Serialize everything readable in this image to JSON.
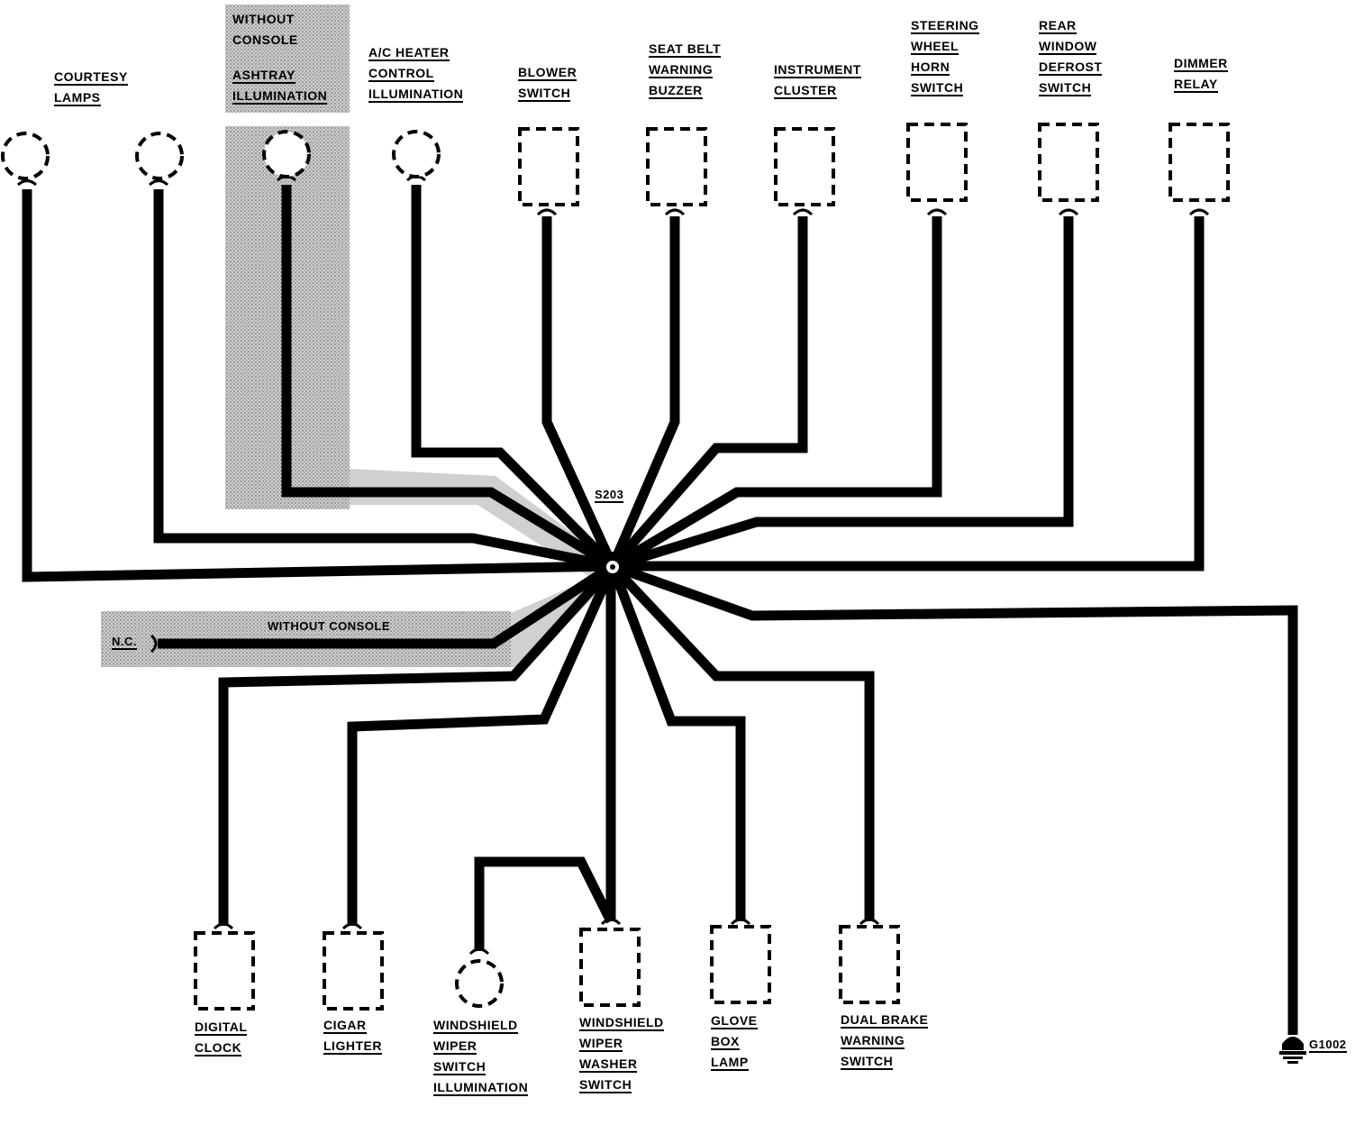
{
  "splice": "S203",
  "ground": "G1002",
  "no_connection": "N.C.",
  "without_console_note": "WITHOUT  CONSOLE",
  "top_components": [
    {
      "id": "courtesy-lamps-1",
      "shape": "circle",
      "lines": [
        "COURTESY",
        "LAMPS"
      ]
    },
    {
      "id": "courtesy-lamps-2",
      "shape": "circle",
      "lines": []
    },
    {
      "id": "ashtray-illumination",
      "shape": "circle",
      "lines": [
        "ASHTRAY",
        "ILLUMINATION"
      ],
      "shaded_note": [
        "WITHOUT",
        "CONSOLE"
      ]
    },
    {
      "id": "ac-heater-control-illumination",
      "shape": "circle",
      "lines": [
        "A/C HEATER",
        "CONTROL",
        "ILLUMINATION"
      ]
    },
    {
      "id": "blower-switch",
      "shape": "box",
      "lines": [
        "BLOWER",
        "SWITCH"
      ]
    },
    {
      "id": "seat-belt-warning-buzzer",
      "shape": "box",
      "lines": [
        "SEAT BELT",
        "WARNING",
        "BUZZER"
      ]
    },
    {
      "id": "instrument-cluster",
      "shape": "box",
      "lines": [
        "INSTRUMENT",
        "CLUSTER"
      ]
    },
    {
      "id": "steering-wheel-horn-switch",
      "shape": "box",
      "lines": [
        "STEERING",
        "WHEEL",
        "HORN",
        "SWITCH"
      ]
    },
    {
      "id": "rear-window-defrost-switch",
      "shape": "box",
      "lines": [
        "REAR",
        "WINDOW",
        "DEFROST",
        "SWITCH"
      ]
    },
    {
      "id": "dimmer-relay",
      "shape": "box",
      "lines": [
        "DIMMER",
        "RELAY"
      ]
    }
  ],
  "bottom_components": [
    {
      "id": "digital-clock",
      "shape": "box",
      "lines": [
        "DIGITAL",
        "CLOCK"
      ]
    },
    {
      "id": "cigar-lighter",
      "shape": "box",
      "lines": [
        "CIGAR",
        "LIGHTER"
      ]
    },
    {
      "id": "windshield-wiper-switch-illumination",
      "shape": "circle",
      "lines": [
        "WINDSHIELD",
        "WIPER",
        "SWITCH",
        "ILLUMINATION"
      ]
    },
    {
      "id": "windshield-wiper-washer-switch",
      "shape": "box",
      "lines": [
        "WINDSHIELD",
        "WIPER",
        "WASHER",
        "SWITCH"
      ]
    },
    {
      "id": "glove-box-lamp",
      "shape": "box",
      "lines": [
        "GLOVE",
        "BOX",
        "LAMP"
      ]
    },
    {
      "id": "dual-brake-warning-switch",
      "shape": "box",
      "lines": [
        "DUAL BRAKE",
        "WARNING",
        "SWITCH"
      ]
    }
  ]
}
